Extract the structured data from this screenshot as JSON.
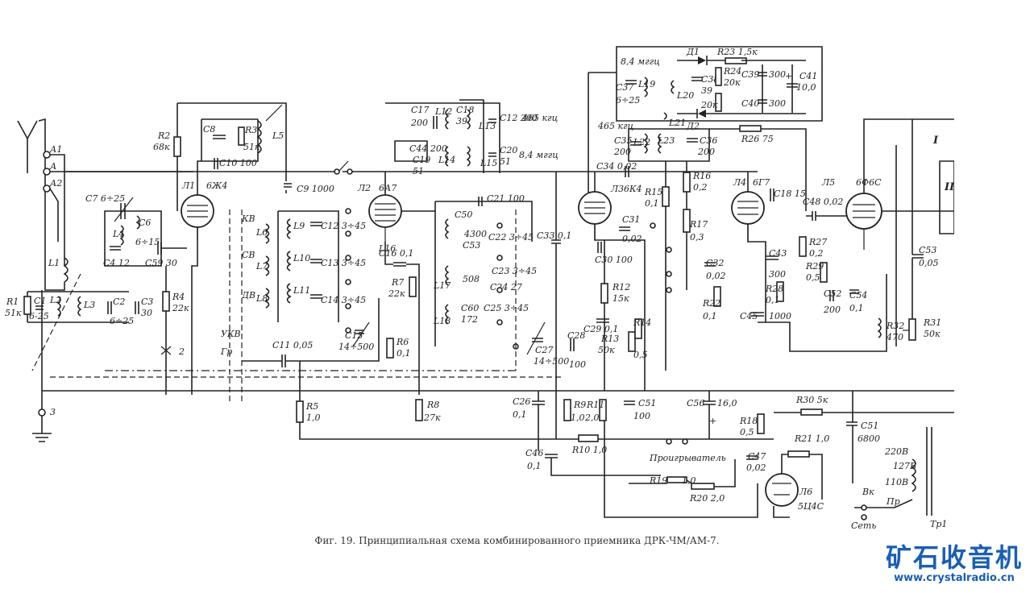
{
  "caption": "Фиг. 19. Принципиальная схема комбинированного приемника ДРК-ЧМ/АМ-7.",
  "watermark": {
    "title": "矿石收音机",
    "url": "www.crystalradio.cn",
    "color": "#1b5fb0"
  },
  "tubes": {
    "l1": {
      "ref": "Л1",
      "type": "6Ж4"
    },
    "l2": {
      "ref": "Л2",
      "type": "6А7"
    },
    "l3": {
      "ref": "Л3",
      "type": "6К4"
    },
    "l4": {
      "ref": "Л4",
      "type": "6Г7"
    },
    "l5": {
      "ref": "Л5",
      "type": "6Ф6С"
    },
    "l6": {
      "ref": "Л6",
      "type": "5Ц4С"
    }
  },
  "labels": {
    "a1": "А1",
    "a": "А",
    "a2": "А2",
    "l1coil": "L1",
    "ground": "3",
    "r1": "R1",
    "r1v": "51к",
    "c1": "C1",
    "c1v": "6-25",
    "l2": "L2",
    "l3": "L3",
    "c2": "C2",
    "c2v": "6÷25",
    "c3": "C3",
    "c3v": "30",
    "c7": "C7 6÷25",
    "l4": "L4",
    "c6": "C6",
    "c6v": "6÷15",
    "c4": "C4 12",
    "c59": "C59 30",
    "r2": "R2",
    "r2v": "68к",
    "r4": "R4",
    "r4v": "22к",
    "c8": "C8",
    "r3": "R3",
    "r3v": "51к",
    "l5": "L5",
    "c10": "C10 100",
    "c9": "C9 1000",
    "kv": "КВ",
    "sv": "СВ",
    "dv": "ДВ",
    "l6": "L6",
    "l7": "L7",
    "l8": "L8",
    "l9": "L9",
    "l10": "L10",
    "l11": "L11",
    "c12": "C12 3÷45",
    "c13": "C13 3÷45",
    "c14": "C14 3÷45",
    "c15": "C15",
    "c15v": "14÷500",
    "ukv": "УКВ",
    "gr": "Гр",
    "c11": "C11 0,05",
    "r5": "R5",
    "r5v": "1,0",
    "c16": "C16 0,1",
    "r7": "R7",
    "r7v": "22к",
    "r6": "R6",
    "r6v": "0,1",
    "r8": "R8",
    "r8v": "27к",
    "c17": "C17",
    "c17v": "200",
    "l12": "L12",
    "c18": "C18",
    "c18v": "39",
    "c19": "C19",
    "c19v": "51",
    "c44": "C44 200",
    "l14": "L14",
    "l13": "L13",
    "c12b": "C12 200",
    "f465a": "465 кгц",
    "c20": "C20",
    "c20v": "51",
    "f84a": "8,4 мггц",
    "l15": "L15",
    "c21": "C21 100",
    "c50": "C50",
    "c50v": "4300",
    "c22": "C22 3÷45",
    "c53a": "C53",
    "c53av": "508",
    "c23": "C23 3÷45",
    "c24": "C24 27",
    "c60": "C60",
    "c60v": "172",
    "c25": "C25 3÷45",
    "l16": "L16",
    "l17": "L17",
    "l18": "L18",
    "c27": "C27",
    "c27v": "14÷500",
    "c28": "C28",
    "c28v": "100",
    "c33": "C33 0,1",
    "c26": "C26",
    "c26v": "0,1",
    "r9": "R9",
    "r9v": "1,0",
    "r11": "R11",
    "r11v": "2,0",
    "r10": "R10 1,0",
    "c46": "C46",
    "c46v": "0,1",
    "c34": "C34 0,02",
    "f465b": "465 кгц",
    "c35": "C35",
    "c35v": "200",
    "l22": "L22",
    "c30": "C30 100",
    "c31": "C31",
    "c31v": "0,02",
    "r12": "R12",
    "r12v": "15к",
    "c29": "C29 0,1",
    "r13": "R13",
    "r13v": "50к",
    "r14": "R14",
    "r14v": "0,5",
    "c51": "C51",
    "c51v": "100",
    "f84b": "8,4 мггц",
    "c37": "C37",
    "c37v": "6÷25",
    "l19": "L19",
    "l20": "L20",
    "l21": "L21",
    "c38": "C38",
    "c38v": "39",
    "d1": "Д1",
    "d2": "Д2",
    "r23": "R23 1,5к",
    "r24": "R24",
    "r24v": "20к",
    "r25": "20к",
    "c39": "C39",
    "c39v": "300",
    "c40": "C40",
    "c40v": "300",
    "c41": "C41",
    "c41v": "10,0",
    "r26": "R26 75",
    "l23": "L23",
    "c36": "C36",
    "c36v": "200",
    "r15": "R15",
    "r15v": "0,1",
    "r16": "R16",
    "r16v": "0,2",
    "r17": "R17",
    "r17v": "0,3",
    "c32": "C32",
    "c32v": "0,02",
    "r22": "R22",
    "r22v": "0,1",
    "c56": "C56",
    "c56v": "16,0",
    "r18": "R18",
    "r18v": "0,5",
    "c47": "C47",
    "c47v": "0,02",
    "c18b": "C18 15",
    "c43": "C43",
    "c43v": "300",
    "r28": "R28",
    "r28v": "0,1",
    "c45": "C45",
    "c45v": "1000",
    "c48": "C48 0,02",
    "r27": "R27",
    "r27v": "0,2",
    "r29": "R29",
    "r29v": "0,5",
    "c52": "C52",
    "c52v": "200",
    "c54": "C54",
    "c54v": "0,1",
    "r32": "R32",
    "r32v": "470",
    "r31": "R31",
    "r31v": "50к",
    "c53": "C53",
    "c53v": "0,05",
    "roman1": "I",
    "roman3": "III",
    "r30": "R30 5к",
    "r21": "R21 1,0",
    "c51b": "C51",
    "c51bv": "6800",
    "v220": "220В",
    "v127": "127В",
    "v110": "110В",
    "vk": "Вк",
    "set": "Сеть",
    "pr": "Пр",
    "tr1": "Тр1",
    "r19": "R19",
    "r19v": "1,0",
    "r20": "R20 2,0",
    "player": "Проигрыватель"
  }
}
